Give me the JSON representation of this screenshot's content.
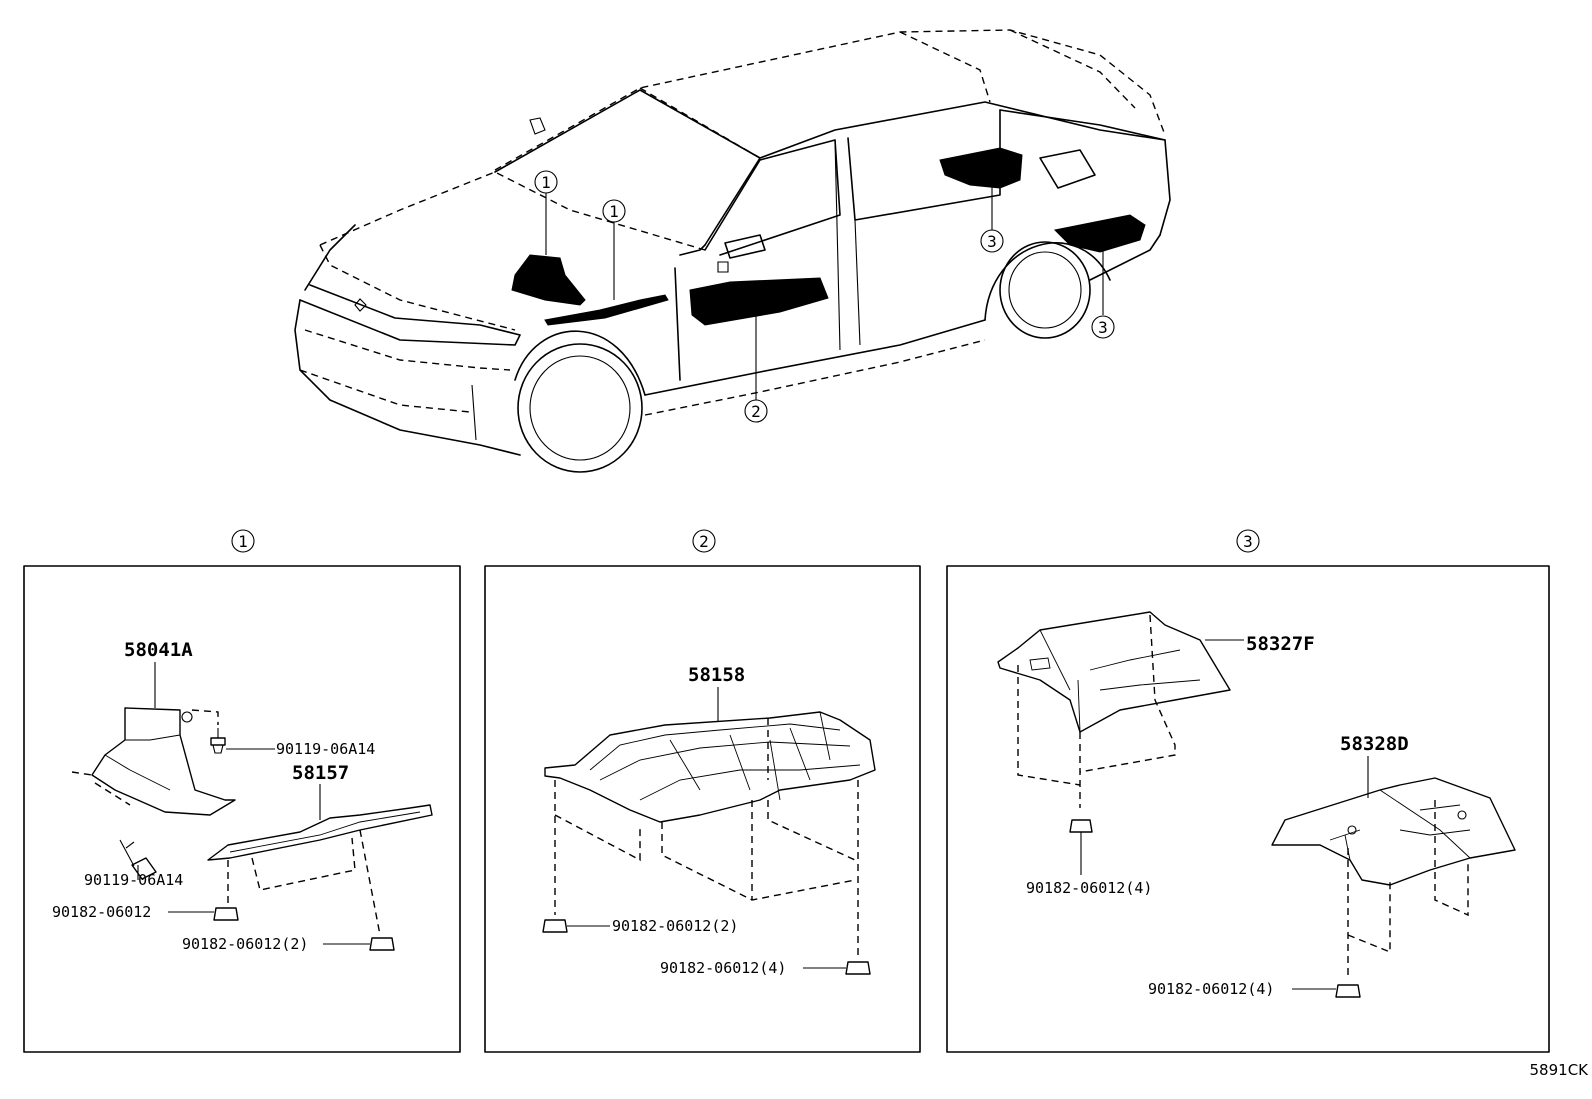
{
  "callouts": {
    "c1": "1",
    "c2": "2",
    "c3": "3"
  },
  "panels": [
    {
      "id": "1",
      "parts": {
        "p58041A": "58041A",
        "p58157": "58157",
        "bolt_a": "90119-06A14",
        "bolt_b": "90119-06A14",
        "clip_a": "90182-06012",
        "clip_b": "90182-06012(2)"
      }
    },
    {
      "id": "2",
      "parts": {
        "p58158": "58158",
        "clip_a": "90182-06012(2)",
        "clip_b": "90182-06012(4)"
      }
    },
    {
      "id": "3",
      "parts": {
        "p58327F": "58327F",
        "p58328D": "58328D",
        "clip_a": "90182-06012(4)",
        "clip_b": "90182-06012(4)"
      }
    }
  ],
  "figure_code": "5891CK"
}
